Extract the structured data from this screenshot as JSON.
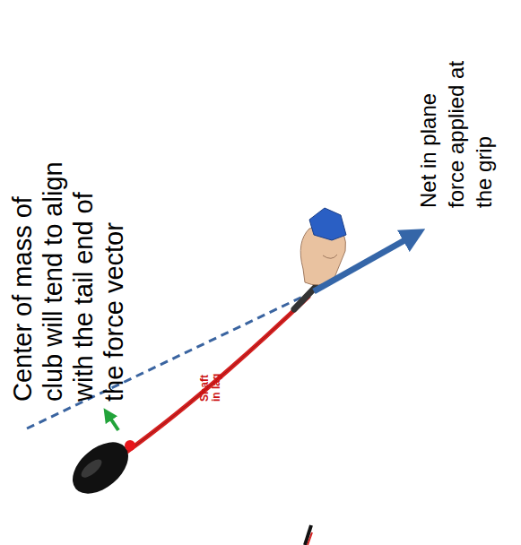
{
  "diagram": {
    "labels": [
      "Center of mass of club will tend to align with the tail end of the force vector",
      "Net in plane force applied at the grip",
      "Shaft in lag"
    ]
  }
}
